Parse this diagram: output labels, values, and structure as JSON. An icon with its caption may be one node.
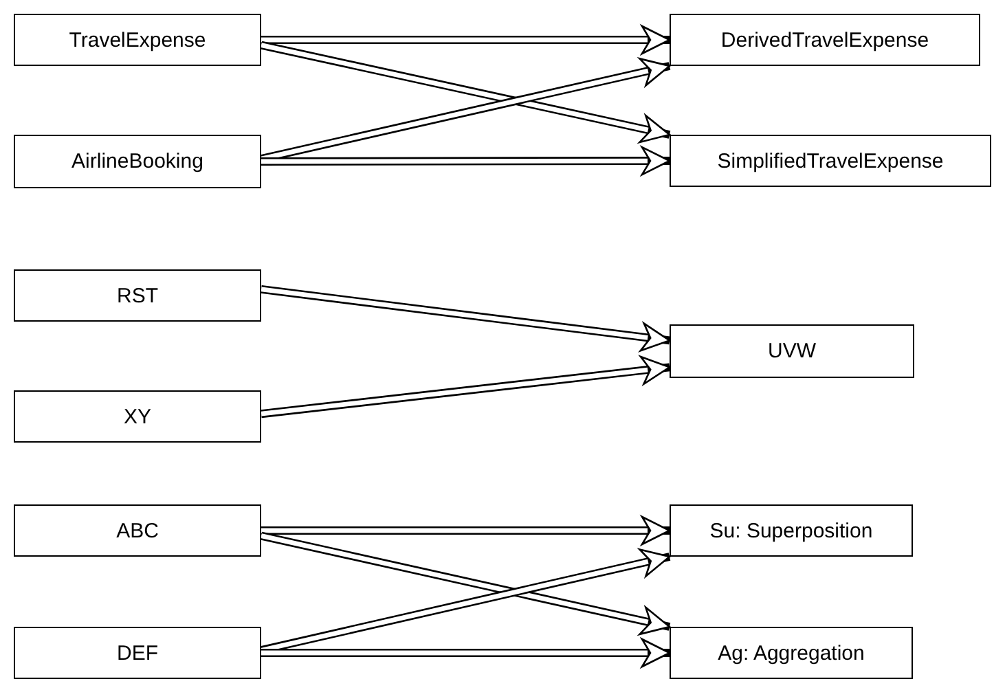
{
  "diagram": {
    "nodes": [
      {
        "text": [
          "TravelExpense"
        ]
      },
      {
        "text": [
          "AirlineBooking"
        ]
      },
      {
        "text": [
          "DerivedTravelExpense"
        ]
      },
      {
        "text": [
          "SimplifiedTravelExpense"
        ]
      },
      {
        "text": [
          "RST"
        ]
      },
      {
        "text": [
          "XY"
        ]
      },
      {
        "text": [
          "UVW"
        ]
      },
      {
        "text": [
          "ABC"
        ]
      },
      {
        "text": [
          "DEF"
        ]
      },
      {
        "text": [
          "Su: Superposition"
        ]
      },
      {
        "text": [
          "Ag: Aggregation"
        ]
      }
    ],
    "edges": [
      {
        "from": 0,
        "to": 2,
        "arrow": "to"
      },
      {
        "from": 0,
        "to": 3,
        "arrow": "to"
      },
      {
        "from": 1,
        "to": 2,
        "arrow": "to"
      },
      {
        "from": 1,
        "to": 3,
        "arrow": "to"
      },
      {
        "from": 4,
        "to": 6,
        "arrow": "to"
      },
      {
        "from": 5,
        "to": 6,
        "arrow": "to"
      },
      {
        "from": 7,
        "to": 9,
        "arrow": "to"
      },
      {
        "from": 7,
        "to": 10,
        "arrow": "to"
      },
      {
        "from": 8,
        "to": 9,
        "arrow": "to"
      },
      {
        "from": 8,
        "to": 10,
        "arrow": "to"
      }
    ]
  }
}
